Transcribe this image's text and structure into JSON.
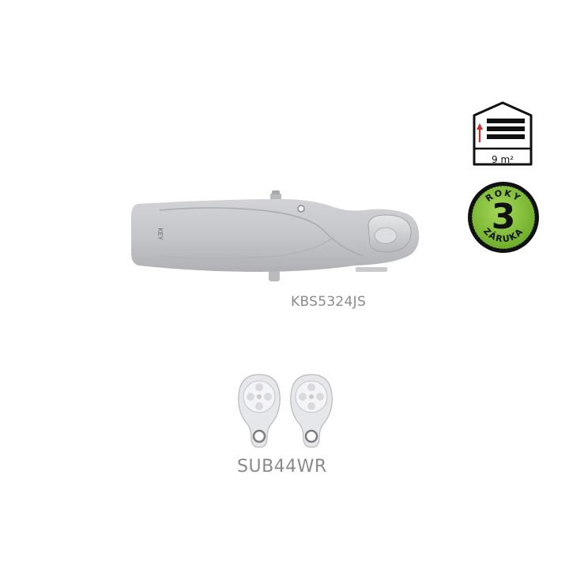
{
  "products": {
    "motor": {
      "model": "KBS5324JS",
      "brand_mark": "KEY"
    },
    "remote": {
      "model": "SUB44WR",
      "quantity_shown": 2
    }
  },
  "badges": {
    "door_size": {
      "icon": "garage-door-up-arrow-icon",
      "label": "9 m²"
    },
    "warranty": {
      "top_text": "ROKY",
      "number": "3",
      "bottom_text": "ZÁRUKA",
      "accent_color": "#8cc63f"
    }
  },
  "colors": {
    "product_grey": "#c4c5c8",
    "label_grey": "#8a8a8a",
    "arrow_red": "#d22a2a"
  }
}
